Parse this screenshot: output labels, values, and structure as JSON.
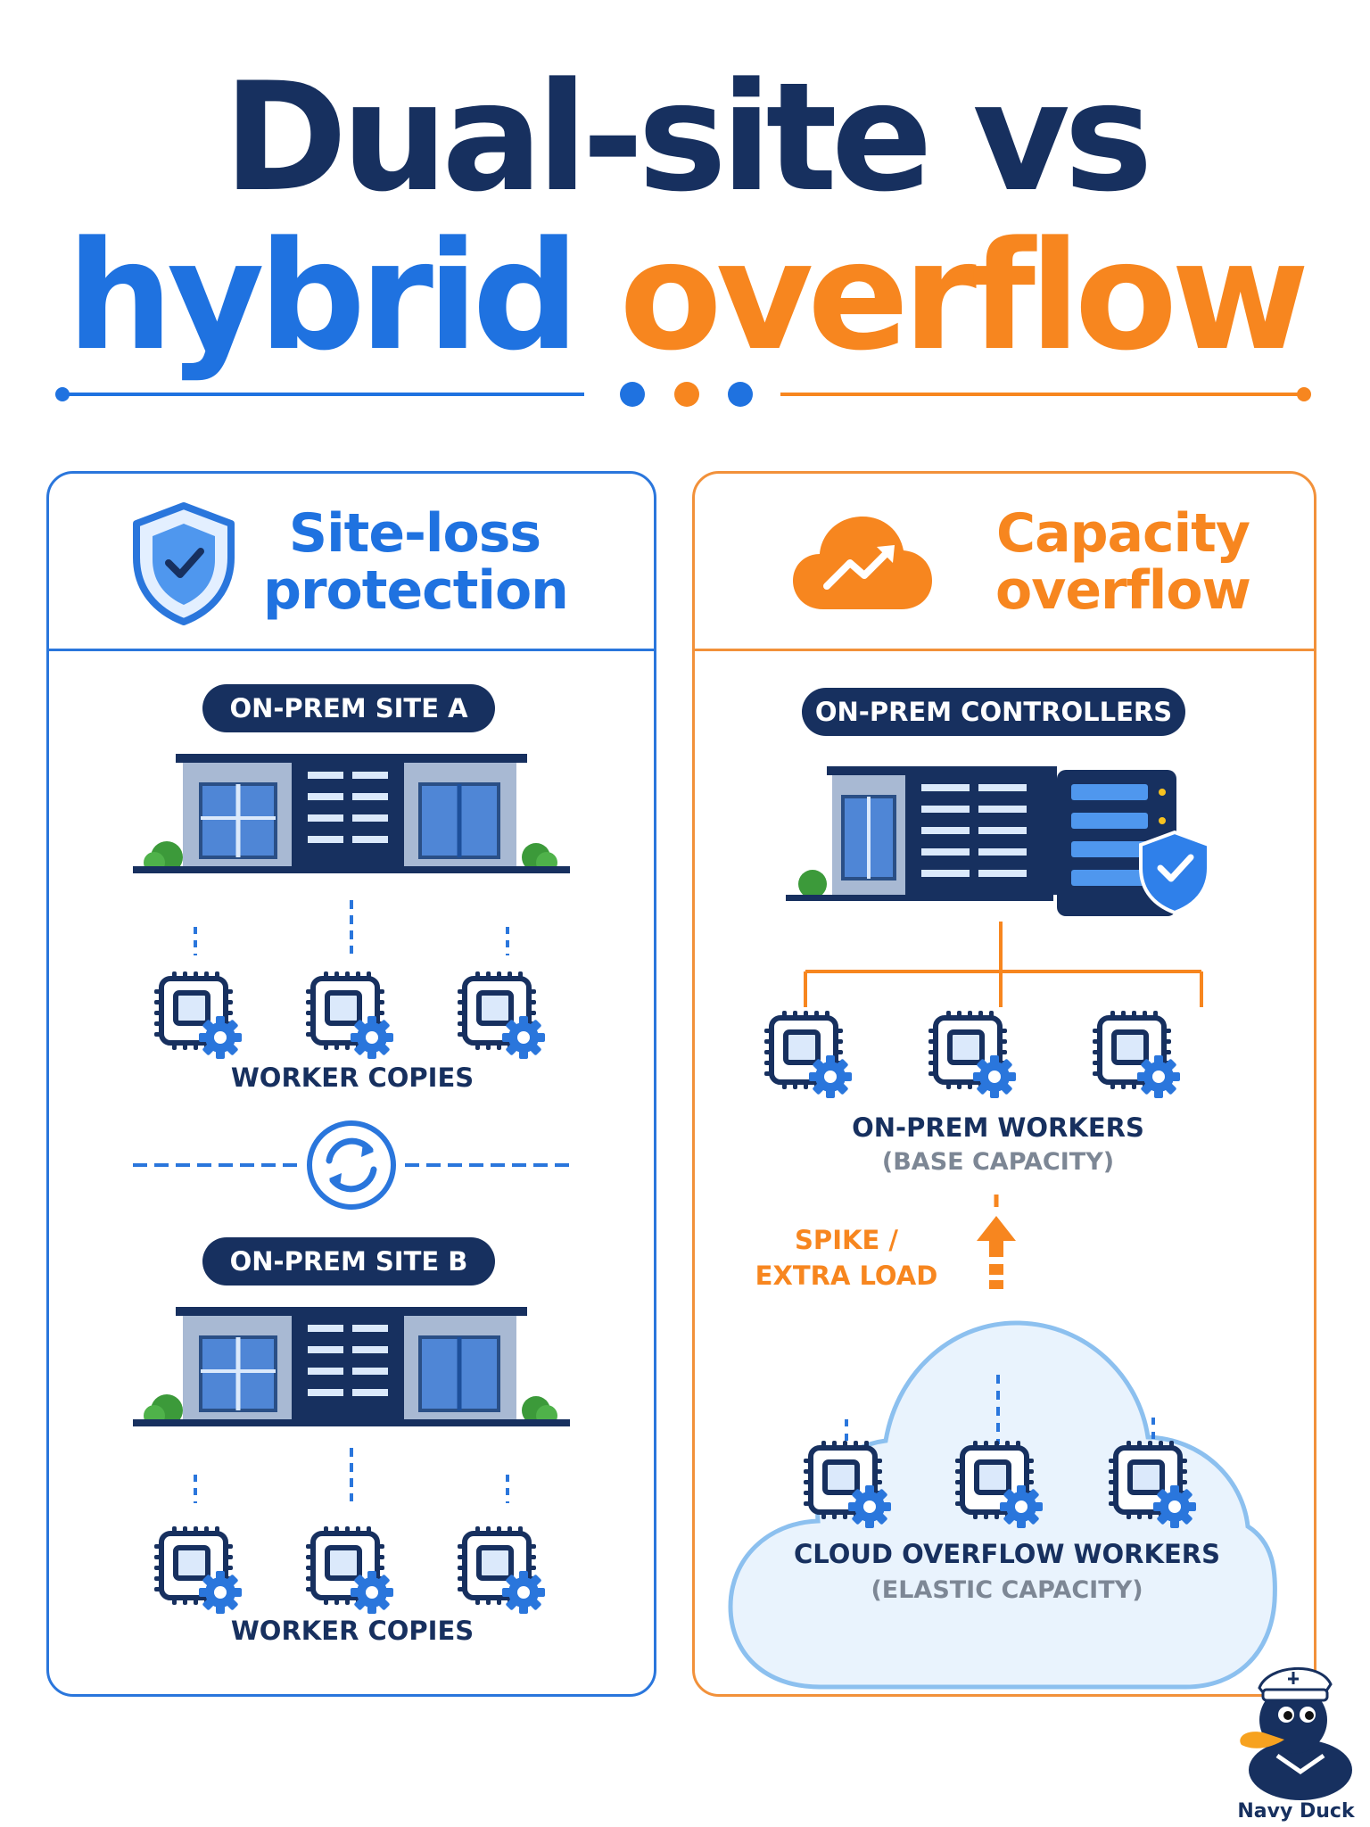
{
  "title": {
    "line1": "Dual-site vs",
    "line2_a": "hybrid",
    "line2_b": "overflow"
  },
  "colors": {
    "navy": "#17305f",
    "blue": "#1f72e0",
    "orange": "#f7861f"
  },
  "left_panel": {
    "title_line1": "Site-loss",
    "title_line2": "protection",
    "icon": "shield-check-icon",
    "site_a_label": "ON-PREM SITE A",
    "workers_a_label": "WORKER COPIES",
    "sync_icon": "sync-icon",
    "site_b_label": "ON-PREM SITE B",
    "workers_b_label": "WORKER COPIES"
  },
  "right_panel": {
    "title_line1": "Capacity",
    "title_line2": "overflow",
    "icon": "cloud-growth-icon",
    "controllers_label": "ON-PREM CONTROLLERS",
    "workers_label": "ON-PREM WORKERS",
    "workers_sub": "(BASE CAPACITY)",
    "spike_line1": "SPIKE /",
    "spike_line2": "EXTRA LOAD",
    "cloud_label": "CLOUD OVERFLOW WORKERS",
    "cloud_sub": "(ELASTIC CAPACITY)"
  },
  "brand": {
    "name": "Navy Duck",
    "icon": "navy-duck-mascot-icon"
  }
}
